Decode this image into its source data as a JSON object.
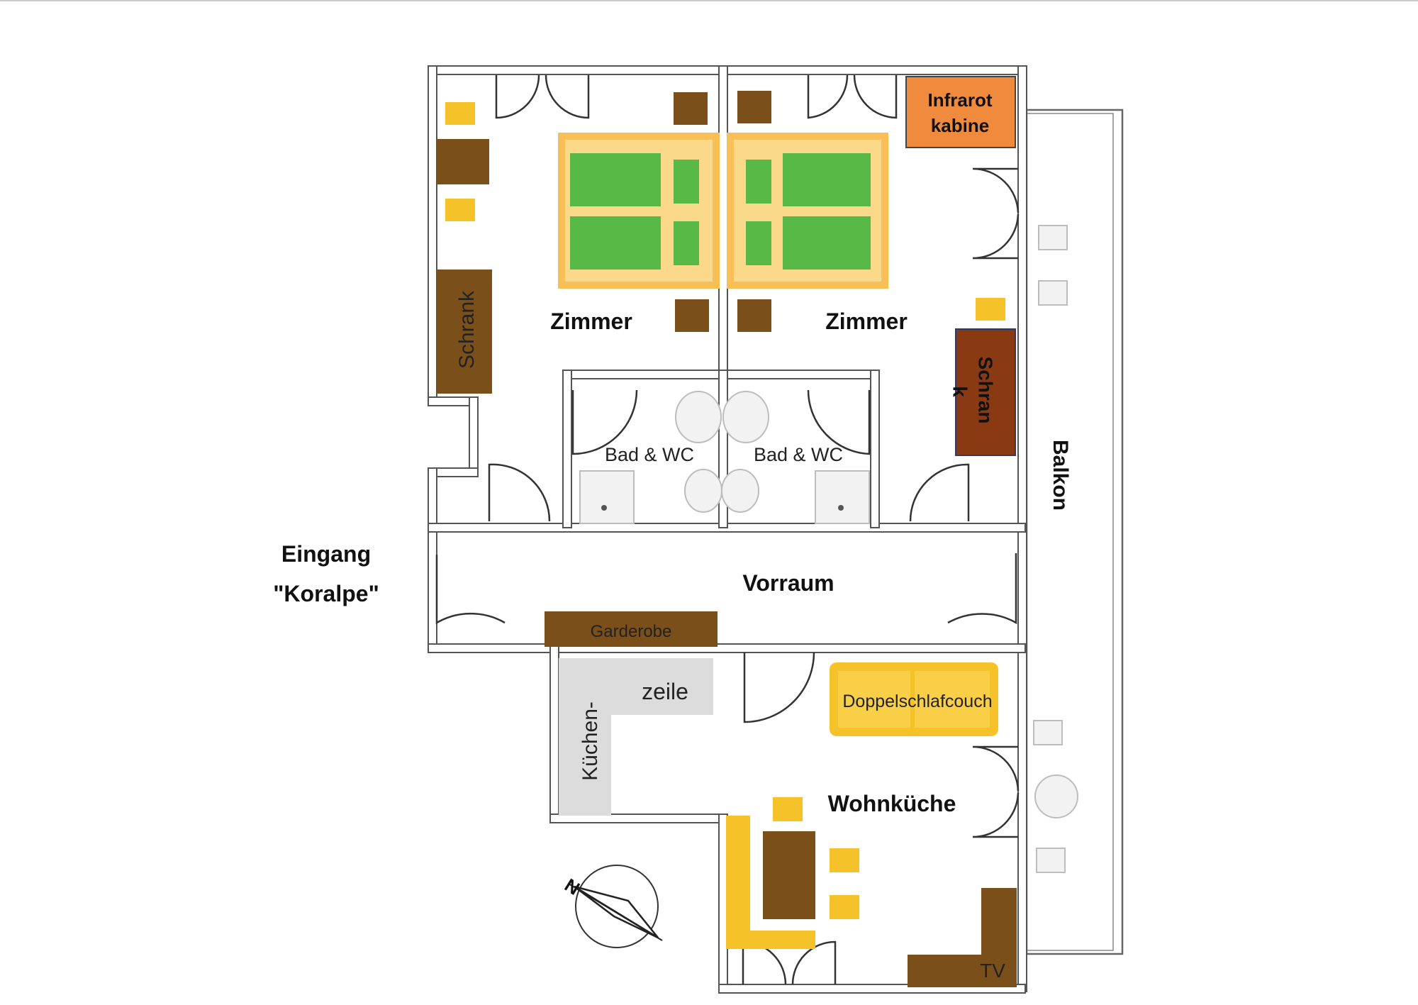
{
  "rooms": {
    "zimmer_left": "Zimmer",
    "zimmer_right": "Zimmer",
    "bad_left": "Bad & WC",
    "bad_right": "Bad & WC",
    "vorraum": "Vorraum",
    "wohnkueche": "Wohnküche",
    "balkon": "Balkon"
  },
  "entrance": {
    "line1": "Eingang",
    "line2": "\"Koralpe\""
  },
  "furniture": {
    "schrank_left": "Schrank",
    "schrank_right_line1": "Schran",
    "schrank_right_line2": "k",
    "infrarot_line1": "Infrarot",
    "infrarot_line2": "kabine",
    "garderobe": "Garderobe",
    "kuechen": "Küchen-",
    "zeile": "zeile",
    "couch": "Doppelschlafcouch",
    "tv": "TV"
  },
  "compass": {
    "north": "N"
  },
  "colors": {
    "wood": "#7b4f1a",
    "bed_frame": "#f7bf55",
    "bed_mattress": "#58b947",
    "chair": "#f6c22a",
    "infrarot": "#f08a3c",
    "wardrobe_right": "#8a3a12"
  }
}
